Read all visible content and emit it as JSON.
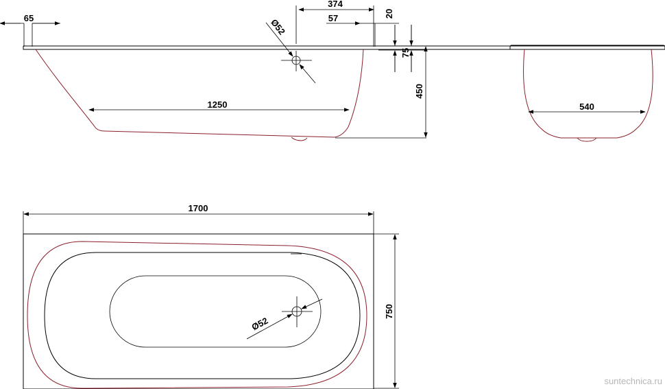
{
  "side_view": {
    "overhang": "65",
    "drain_offset": "374",
    "drain_to_rim": "57",
    "rim_thickness": "20",
    "drain_depth": "75",
    "drain_diameter": "Ø52",
    "bottom_length": "1250",
    "height": "450"
  },
  "end_view": {
    "bottom_width": "540"
  },
  "plan_view": {
    "length": "1700",
    "width": "750",
    "drain_diameter": "Ø52"
  },
  "watermark": "suntechnica.ru"
}
